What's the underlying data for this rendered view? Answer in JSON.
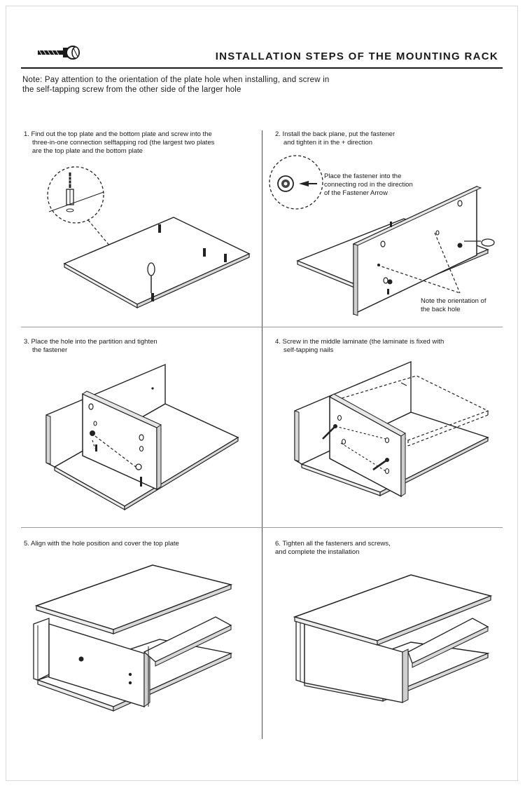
{
  "header": {
    "title": "INSTALLATION STEPS OF THE MOUNTING RACK",
    "icon": "screw-fastener-icon"
  },
  "note": {
    "line1": "Note: Pay attention to the orientation of the plate hole when installing, and screw in",
    "line2": "the self-tapping screw from the other side of the larger hole"
  },
  "steps": [
    {
      "lines": [
        "1. Find out the top plate and the bottom plate and screw into the",
        "three-in-one connection selftapping rod (the largest two plates",
        "are the top plate and the bottom plate"
      ]
    },
    {
      "lines": [
        "2. Install the back plane, put the fastener",
        "and tighten it in the + direction"
      ],
      "callout_fastener": [
        "Place the fastener into the",
        "connecting rod in the direction",
        "of the Fastener Arrow"
      ],
      "callout_hole": [
        "Note the orientation of",
        "the back hole"
      ]
    },
    {
      "lines": [
        "3. Place the hole into the partition and tighten",
        "the fastener"
      ]
    },
    {
      "lines": [
        "4. Screw in the middle laminate (the laminate is fixed with",
        "self-tapping nails"
      ]
    },
    {
      "lines": [
        "5. Align with the hole position and cover the top plate"
      ]
    },
    {
      "lines": [
        "6. Tighten all the fasteners and screws,",
        "and complete the installation"
      ]
    }
  ]
}
